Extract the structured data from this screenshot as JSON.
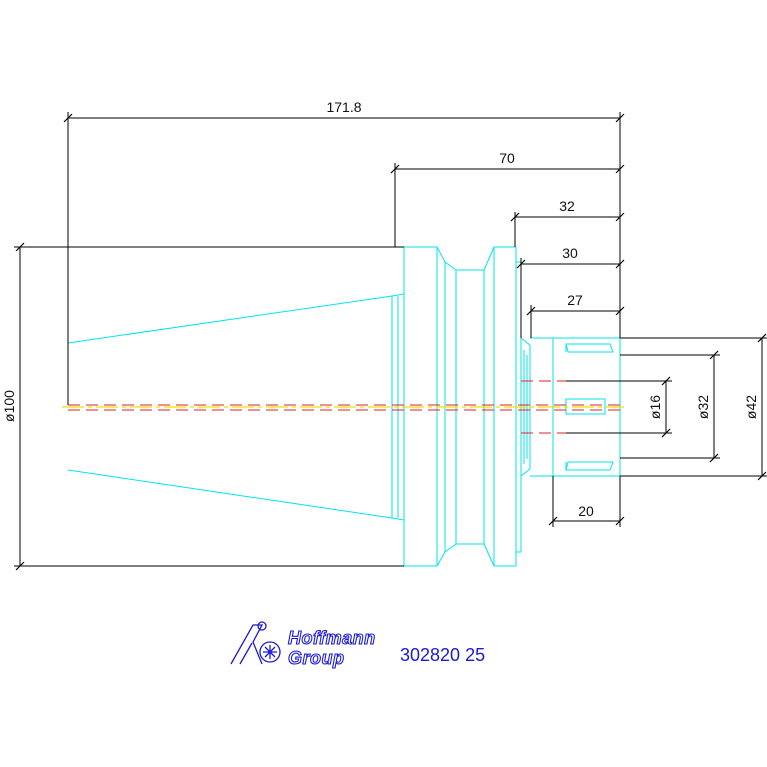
{
  "dimensions": {
    "overall_length": "171.8",
    "length_70": "70",
    "length_32": "32",
    "length_30": "30",
    "length_27": "27",
    "length_20": "20",
    "diameter_100": "ø100",
    "diameter_16": "ø16",
    "diameter_32": "ø32",
    "diameter_42": "ø42"
  },
  "logo": {
    "line1": "Hoffmann",
    "line2": "Group"
  },
  "part_number": "302820 25",
  "colors": {
    "dimension": "#000000",
    "outline": "#00e5ee",
    "hidden": "#e02020",
    "centerline": "#f0e000",
    "logo": "#1a1ad6"
  }
}
